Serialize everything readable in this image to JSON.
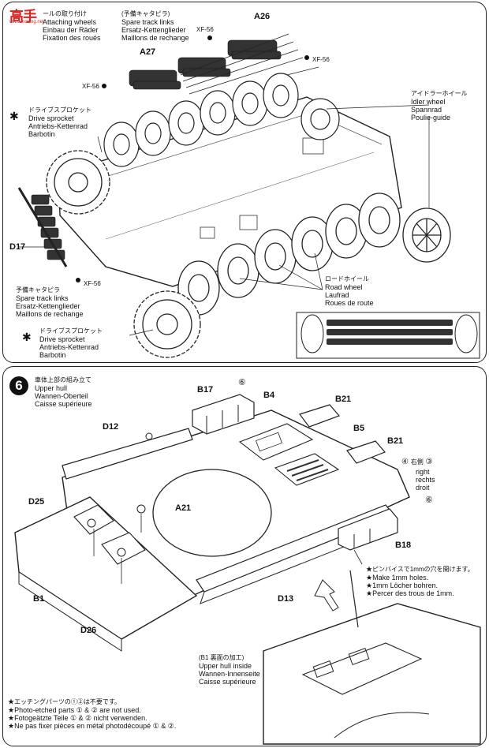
{
  "logo": {
    "brand": "高手",
    "site": "www.moxing.net"
  },
  "step5": {
    "title_lines": [
      "ールの取り付け",
      "Attaching wheels",
      "Einbau der Räder",
      "Fixation des roués"
    ],
    "spare_top": [
      "(予備キャタピラ)",
      "Spare track links",
      "Ersatz-Kettenglieder",
      "Maillons de rechange"
    ],
    "sprocket_top": [
      "ドライブスプロケット",
      "Drive sprocket",
      "Antriebs-Kettenrad",
      "Barbotin"
    ],
    "idler": [
      "アイドラーホイール",
      "Idler wheel",
      "Spannrad",
      "Poulie-guide"
    ],
    "road": [
      "ロードホイール",
      "Road wheel",
      "Laufrad",
      "Roues de route"
    ],
    "spare_bottom": [
      "予備キャタピラ",
      "Spare track links",
      "Ersatz-Kettenglieder",
      "Maillons de rechange"
    ],
    "sprocket_bottom": [
      "ドライブスプロケット",
      "Drive sprocket",
      "Antriebs-Kettenrad",
      "Barbotin"
    ],
    "parts": {
      "a26": "A26",
      "a27": "A27",
      "d17": "D17"
    },
    "paint": {
      "xf_a": "XF-56",
      "xf_b": "XF-56",
      "xf_c": "XF-56",
      "xf_d": "XF-56"
    }
  },
  "step6": {
    "number": "6",
    "title_lines": [
      "車体上部の組み立て",
      "Upper hull",
      "Wannen-Oberteil",
      "Caisse supérieure"
    ],
    "parts": {
      "b17": "B17",
      "c6a": "⑥",
      "b4": "B4",
      "b21a": "B21",
      "b5": "B5",
      "b21b": "B21",
      "d12": "D12",
      "d25": "D25",
      "a21": "A21",
      "b1": "B1",
      "d26": "D26",
      "d13": "D13",
      "b18": "B18",
      "c6b": "⑥"
    },
    "side": {
      "left_num": "④",
      "right_num": "③",
      "jp": "右側",
      "lines": [
        "right",
        "rechts",
        "droit"
      ]
    },
    "holes": [
      "★ピンバイスで1mmの穴を開けます。",
      "★Make 1mm holes.",
      "★1mm Löcher bohren.",
      "★Percer des trous de 1mm."
    ],
    "inside": [
      "(B1 裏面の加工)",
      "Upper hull inside",
      "Wannen-Innenseite",
      "Caisse supérieure"
    ],
    "notes": [
      "★エッチングパーツの①②は不要です。",
      "★Photo-etched parts ① & ② are not used.",
      "★Fotogeätzte Teile ① & ② nicht verwenden.",
      "★Ne pas fixer pièces en métal photodécoupé ① & ②."
    ]
  }
}
